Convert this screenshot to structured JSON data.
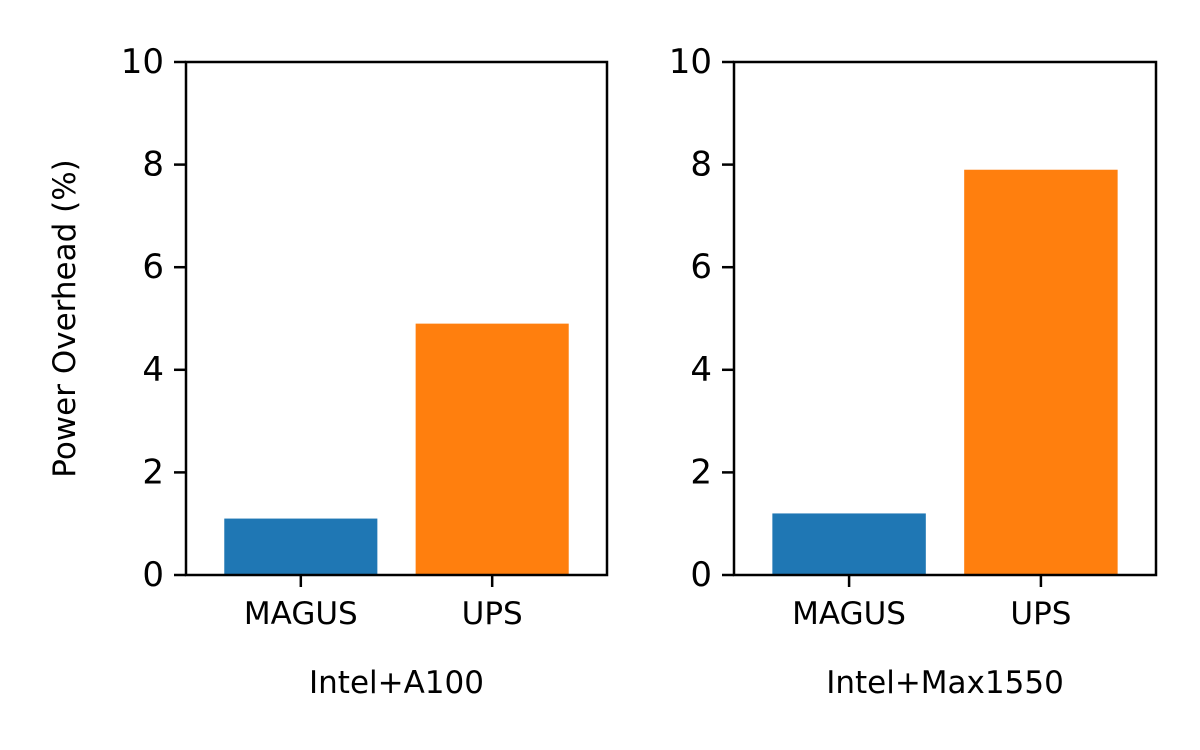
{
  "chart_data": [
    {
      "type": "bar",
      "categories": [
        "MAGUS",
        "UPS"
      ],
      "values": [
        1.1,
        4.9
      ],
      "colors": [
        "#1f77b4",
        "#ff7f0e"
      ],
      "xlabel": "Intel+A100",
      "ylabel": "Power Overhead (%)",
      "ylim": [
        0,
        10
      ],
      "yticks": [
        "0",
        "2",
        "4",
        "6",
        "8",
        "10"
      ],
      "grid": false
    },
    {
      "type": "bar",
      "categories": [
        "MAGUS",
        "UPS"
      ],
      "values": [
        1.2,
        7.9
      ],
      "colors": [
        "#1f77b4",
        "#ff7f0e"
      ],
      "xlabel": "Intel+Max1550",
      "ylabel": "",
      "ylim": [
        0,
        10
      ],
      "yticks": [
        "0",
        "2",
        "4",
        "6",
        "8",
        "10"
      ],
      "grid": false
    }
  ]
}
